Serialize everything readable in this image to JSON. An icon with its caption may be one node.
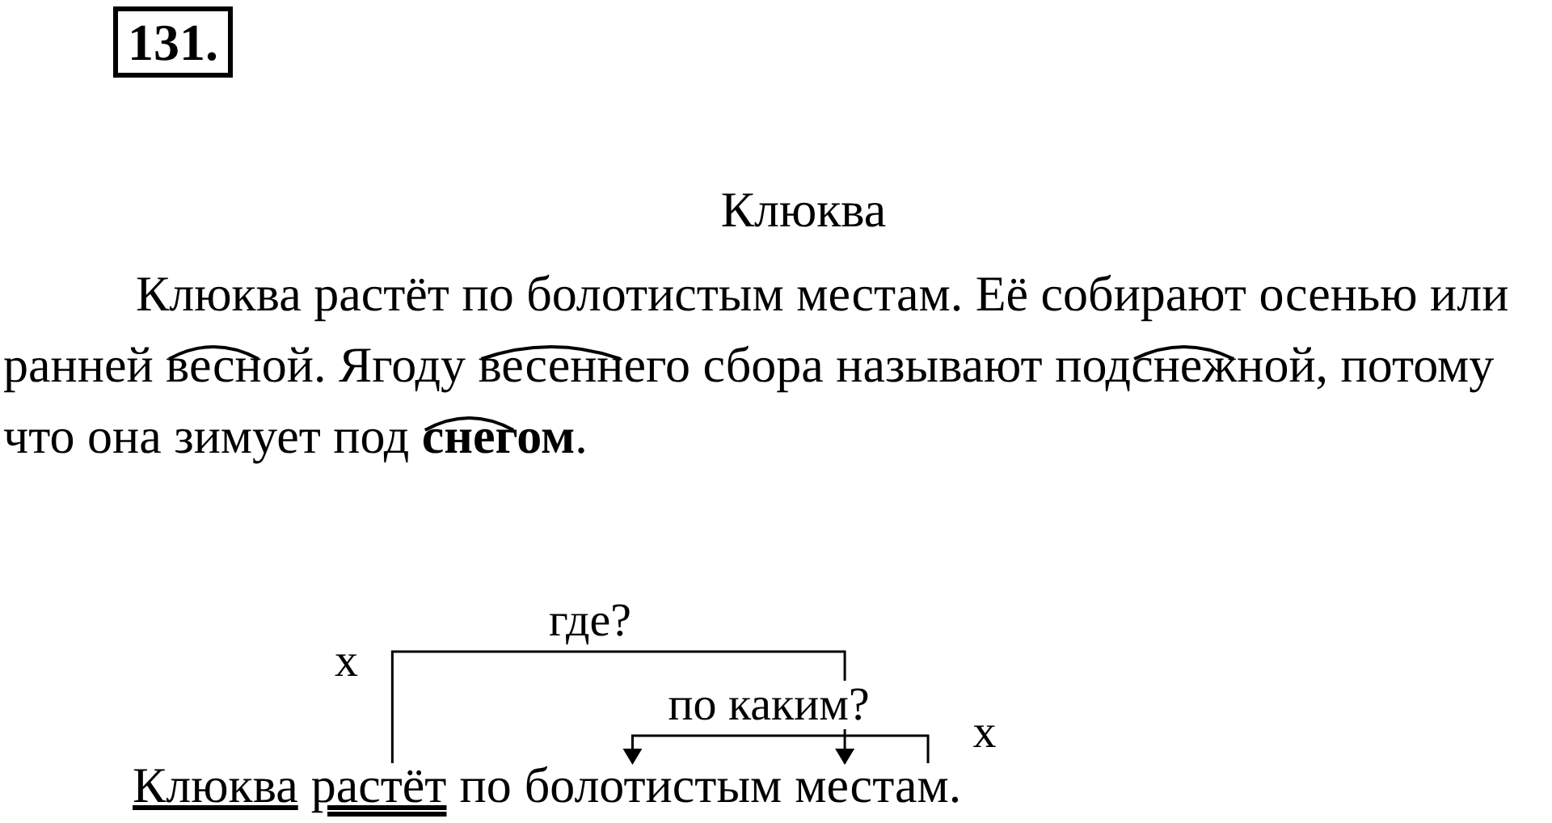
{
  "diagram": {
    "title": "Клюква",
    "nodes": [
      {
        "text": [
          "Клюква"
        ]
      },
      {
        "text": [
          "растёт"
        ],
        "beside": [
          "x"
        ]
      },
      {
        "text": [
          "по"
        ]
      },
      {
        "text": [
          "болотистым"
        ]
      },
      {
        "text": [
          "местам."
        ],
        "beside": [
          "x"
        ]
      }
    ],
    "edges": [
      {
        "from": 1,
        "to": 4,
        "arrow": "to",
        "label": "где?"
      },
      {
        "from": 4,
        "to": 3,
        "arrow": "to",
        "label": "по каким?"
      }
    ],
    "labels": [
      "131.",
      "Клюква растёт по болотистым местам. Её собирают осенью или ранней весной. Ягоду весеннего сбора называют подснежной, потому что она зимует под **снегом**."
    ]
  }
}
